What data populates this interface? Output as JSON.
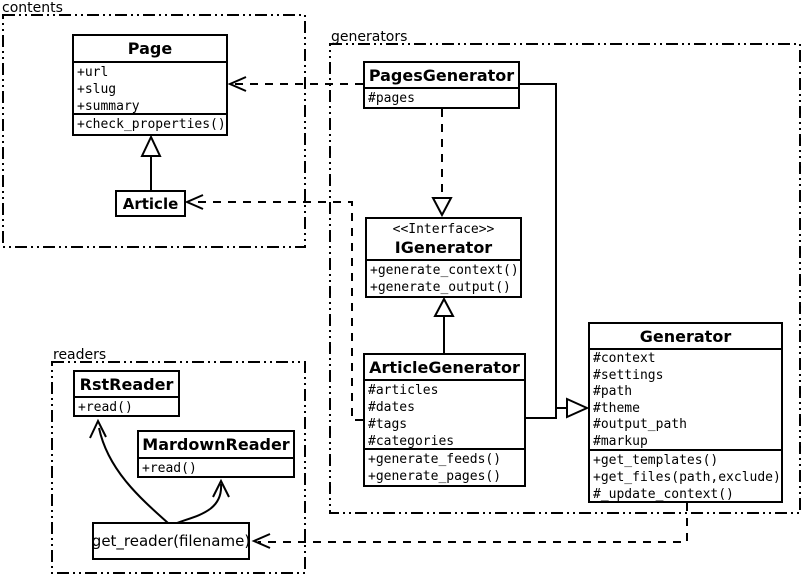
{
  "diagram": {
    "type": "uml-class-diagram",
    "background_color": "#ffffff",
    "line_color": "#000000"
  },
  "packages": {
    "contents": {
      "label": "contents"
    },
    "generators": {
      "label": "generators"
    },
    "readers": {
      "label": "readers"
    }
  },
  "classes": {
    "page": {
      "title": "Page",
      "attributes": [
        "+url",
        "+slug",
        "+summary"
      ],
      "methods": [
        "+check_properties()"
      ]
    },
    "article": {
      "title": "Article"
    },
    "pages_generator": {
      "title": "PagesGenerator",
      "attributes": [
        "#pages"
      ]
    },
    "igenerator": {
      "stereotype": "<<Interface>>",
      "title": "IGenerator",
      "methods": [
        "+generate_context()",
        "+generate_output()"
      ]
    },
    "article_generator": {
      "title": "ArticleGenerator",
      "attributes": [
        "#articles",
        "#dates",
        "#tags",
        "#categories"
      ],
      "methods": [
        "+generate_feeds()",
        "+generate_pages()"
      ]
    },
    "generator": {
      "title": "Generator",
      "attributes": [
        "#context",
        "#settings",
        "#path",
        "#theme",
        "#output_path",
        "#markup"
      ],
      "methods": [
        "+get_templates()",
        "+get_files(path,exclude)",
        "#_update_context()"
      ]
    },
    "rst_reader": {
      "title": "RstReader",
      "methods": [
        "+read()"
      ]
    },
    "markdown_reader": {
      "title": "MardownReader",
      "methods": [
        "+read()"
      ]
    },
    "get_reader": {
      "label": "get_reader(filename)"
    }
  },
  "relationships": [
    {
      "from": "Article",
      "to": "Page",
      "type": "inheritance"
    },
    {
      "from": "PagesGenerator",
      "to": "IGenerator",
      "type": "realization"
    },
    {
      "from": "ArticleGenerator",
      "to": "IGenerator",
      "type": "inheritance"
    },
    {
      "from": "PagesGenerator",
      "to": "Generator",
      "type": "inheritance"
    },
    {
      "from": "ArticleGenerator",
      "to": "Generator",
      "type": "inheritance"
    },
    {
      "from": "PagesGenerator",
      "to": "Page",
      "type": "dependency"
    },
    {
      "from": "ArticleGenerator",
      "to": "Article",
      "type": "dependency"
    },
    {
      "from": "Generator",
      "to": "get_reader(filename)",
      "type": "dependency"
    },
    {
      "from": "get_reader(filename)",
      "to": "RstReader",
      "type": "arrow"
    },
    {
      "from": "get_reader(filename)",
      "to": "MardownReader",
      "type": "arrow"
    }
  ]
}
